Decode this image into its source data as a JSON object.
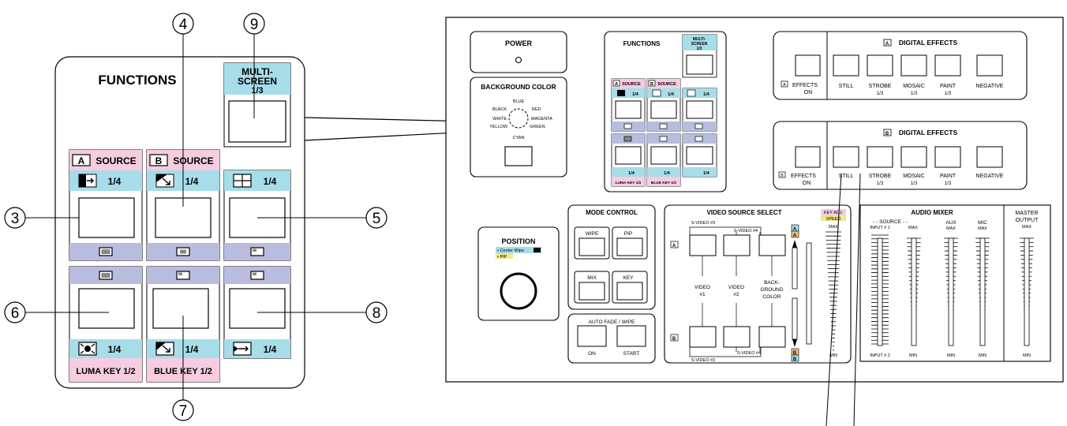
{
  "callouts": {
    "c3": "3",
    "c4": "4",
    "c5": "5",
    "c6": "6",
    "c7": "7",
    "c8": "8",
    "c9": "9"
  },
  "functions_detail": {
    "title": "FUNCTIONS",
    "multi_screen": {
      "line1": "MULTI-",
      "line2": "SCREEN",
      "line3": "1/3"
    },
    "a_source": {
      "badge": "A",
      "label": "SOURCE"
    },
    "b_source": {
      "badge": "B",
      "label": "SOURCE"
    },
    "quarter": "1/4",
    "luma_key": "LUMA KEY 1/2",
    "blue_key": "BLUE KEY 1/2"
  },
  "panel": {
    "power": "POWER",
    "background_color": {
      "title": "BACKGROUND COLOR",
      "colors": {
        "blue": "BLUE",
        "red": "RED",
        "magenta": "MAGENTA",
        "green": "GREEN",
        "cyan": "CYAN",
        "yellow": "YELLOW",
        "white": "WHITE",
        "black": "BLACK"
      }
    },
    "functions": {
      "title": "FUNCTIONS",
      "multi_screen": {
        "line1": "MULTI-",
        "line2": "SCREEN",
        "line3": "1/3"
      },
      "a_source": {
        "badge": "A",
        "label": "SOURCE"
      },
      "b_source": {
        "badge": "B",
        "label": "SOURCE"
      },
      "quarter": "1/4",
      "luma_key": "LUMA KEY 1/2",
      "blue_key": "BLUE KEY 1/2"
    },
    "digital_effects_a": {
      "badge": "A",
      "title": "DIGITAL EFFECTS",
      "effects_on": "EFFECTS",
      "on": "ON",
      "still": "STILL",
      "strobe": "STROBE",
      "mosaic": "MOSAIC",
      "paint": "PAINT",
      "negative": "NEGATIVE",
      "third": "1/3"
    },
    "digital_effects_b": {
      "badge": "B",
      "title": "DIGITAL EFFECTS",
      "effects_on": "EFFECTS",
      "on": "ON",
      "still": "STILL",
      "strobe": "STROBE",
      "mosaic": "MOSAIC",
      "paint": "PAINT",
      "negative": "NEGATIVE",
      "third": "1/3"
    },
    "position": {
      "title": "POSITION",
      "center_wipe": "• Center Wipe",
      "pip": "• PIP"
    },
    "mode_control": {
      "title": "MODE CONTROL",
      "wipe": "WIPE",
      "pip": "PIP",
      "mix": "MIX",
      "key": "KEY"
    },
    "auto_fade": {
      "title": "AUTO FADE / WIPE",
      "on": "ON",
      "start": "START"
    },
    "video_source": {
      "title": "VIDEO SOURCE SELECT",
      "key_adj": "KEY ADJ.",
      "speed": "SPEED",
      "max": "MAX",
      "min": "MIN",
      "row_a": "A",
      "row_b": "B",
      "svideo3": "S-VIDEO #3",
      "svideo4": "S-VIDEO #4",
      "video1_a": "VIDEO",
      "video1_b": "#1",
      "video2_a": "VIDEO",
      "video2_b": "#2",
      "bg_a": "BACK-",
      "bg_b": "GROUND",
      "bg_c": "COLOR"
    },
    "audio_mixer": {
      "title": "AUDIO MIXER",
      "source": "- - SOURCE - -",
      "input1": "INPUT # 1",
      "input2": "INPUT # 2",
      "aux": "AUX",
      "mic": "MIC",
      "master1": "MASTER",
      "master2": "OUTPUT",
      "max": "MAX",
      "min": "MIN"
    }
  }
}
